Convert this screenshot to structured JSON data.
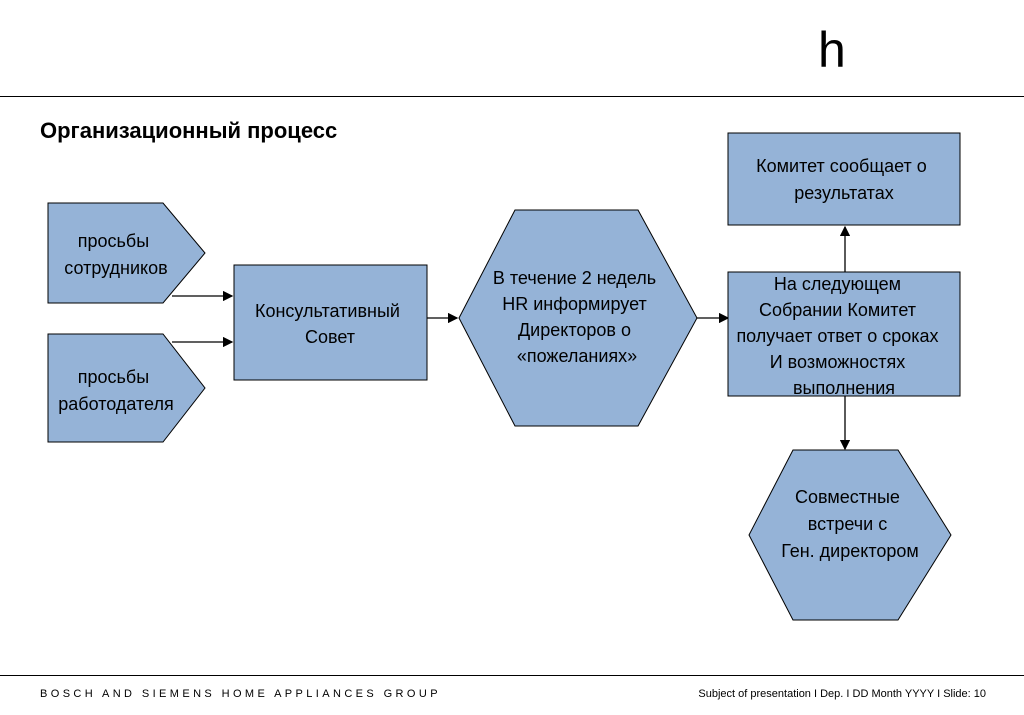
{
  "header": {
    "logo": "h"
  },
  "slide": {
    "title": "Организационный процесс"
  },
  "diagram": {
    "employees": [
      "просьбы",
      "сотрудников"
    ],
    "employer": [
      "просьбы",
      "работодателя"
    ],
    "council": [
      "Консультативный",
      "Совет"
    ],
    "hr": [
      "В течение 2 недель",
      "HR информирует",
      "Директоров о",
      "«пожеланиях»"
    ],
    "next_meeting": [
      "На следующем",
      "Собрании Комитет",
      "получает ответ о сроках",
      "И возможностях",
      "выполнения"
    ],
    "committee": [
      "Комитет сообщает о",
      "результатах"
    ],
    "joint": [
      "Совместные",
      "встречи с",
      "Ген. директором"
    ]
  },
  "colors": {
    "shape_fill": "#95b3d7",
    "stroke": "#000000"
  },
  "footer": {
    "company": "BOSCH AND SIEMENS HOME APPLIANCES GROUP",
    "info": "Subject of presentation I Dep. I DD Month YYYY I Slide: 10"
  }
}
